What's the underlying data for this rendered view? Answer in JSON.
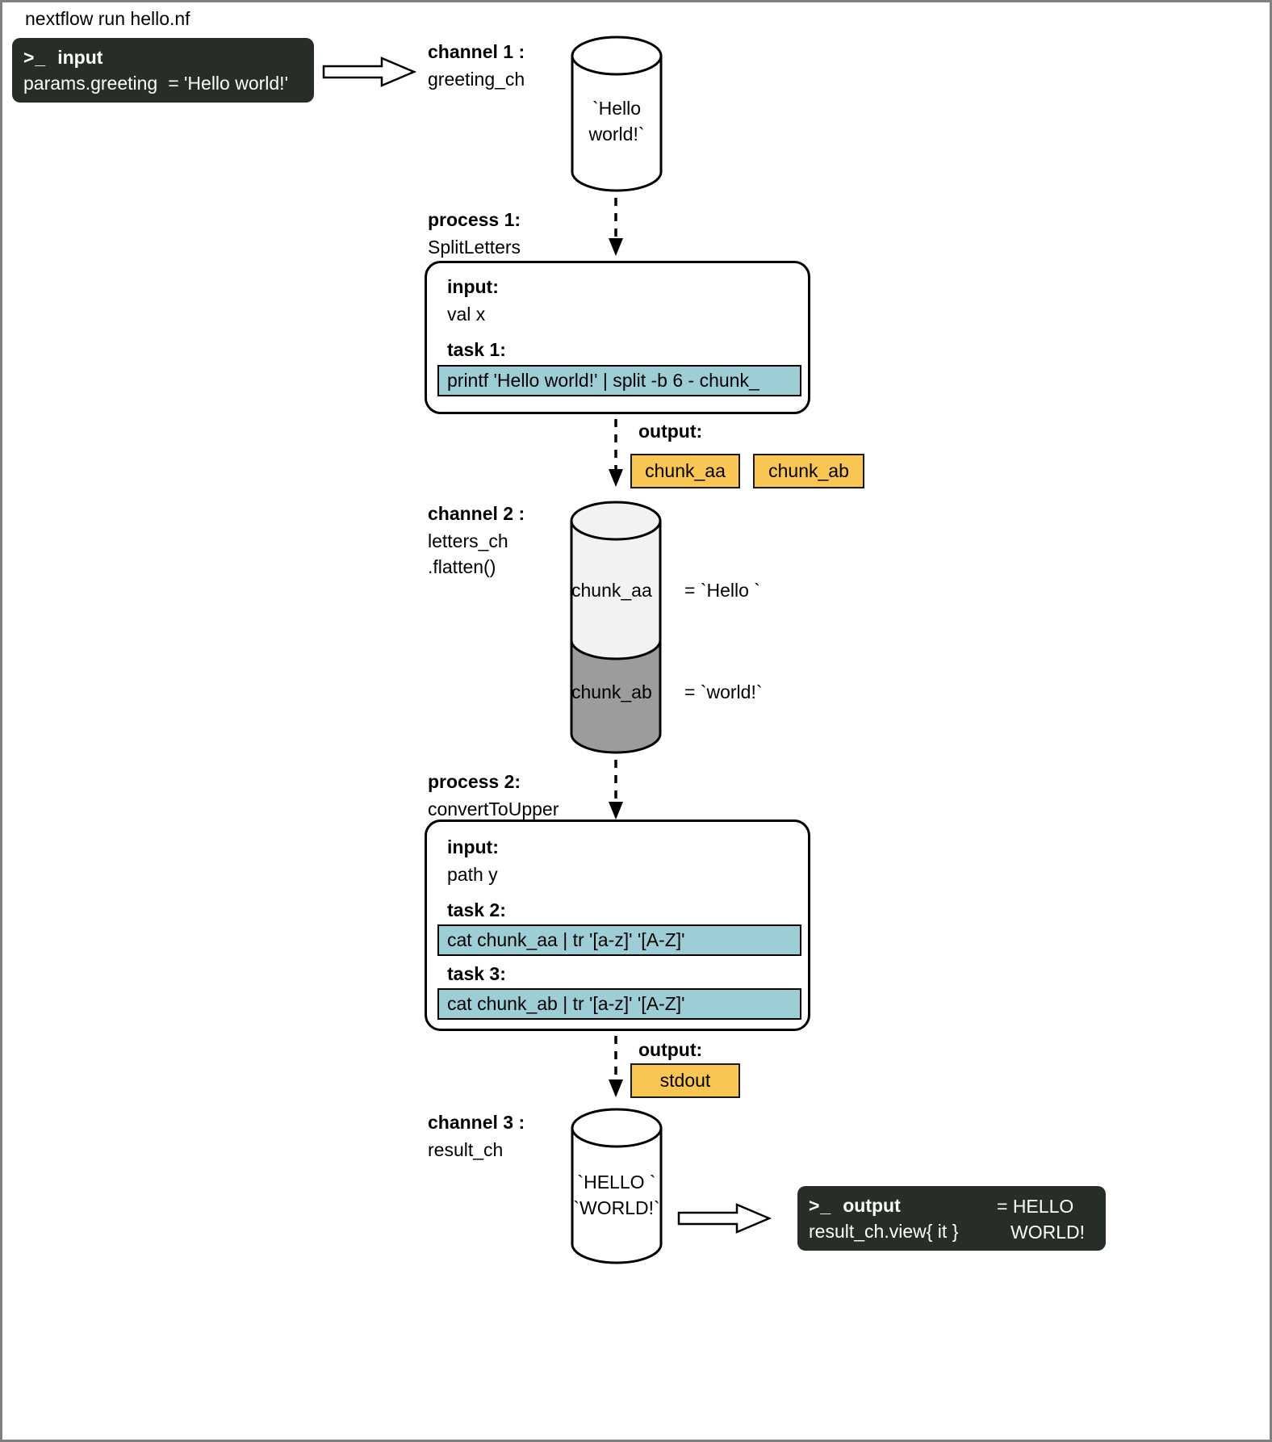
{
  "title": "nextflow run hello.nf",
  "colors": {
    "terminal_bg": "#272e27",
    "task_fill": "#9dced6",
    "chip_fill": "#f9c653",
    "cylinder_light": "#f2f2f2",
    "cylinder_dark": "#9c9c9c"
  },
  "input_terminal": {
    "prompt": ">_",
    "title": "input",
    "code": "params.greeting",
    "value": "= 'Hello world!'"
  },
  "channel1": {
    "label": "channel 1 :",
    "name": "greeting_ch",
    "line1": "`Hello",
    "line2": "world!`"
  },
  "process1": {
    "label": "process 1:",
    "name": "SplitLetters",
    "input_label": "input:",
    "input_value": "val x",
    "task_label": "task 1:",
    "task_code": "printf 'Hello world!' | split -b 6 - chunk_"
  },
  "output1": {
    "label": "output:",
    "chips": [
      "chunk_aa",
      "chunk_ab"
    ]
  },
  "channel2": {
    "label": "channel 2 :",
    "name": "letters_ch",
    "operator": ".flatten()",
    "item1": "chunk_aa",
    "item1_value": "= `Hello `",
    "item2": "chunk_ab",
    "item2_value": "= `world!`"
  },
  "process2": {
    "label": "process 2:",
    "name": "convertToUpper",
    "input_label": "input:",
    "input_value": "path y",
    "task2_label": "task 2:",
    "task2_code": "cat chunk_aa | tr '[a-z]' '[A-Z]'",
    "task3_label": "task 3:",
    "task3_code": "cat chunk_ab | tr '[a-z]' '[A-Z]'"
  },
  "output2": {
    "label": "output:",
    "chips": [
      "stdout"
    ]
  },
  "channel3": {
    "label": "channel 3 :",
    "name": "result_ch",
    "line1": "`HELLO `",
    "line2": "`WORLD!`"
  },
  "output_terminal": {
    "prompt": ">_",
    "title": "output",
    "code": "result_ch.view{ it }",
    "result1": "= HELLO",
    "result2": "WORLD!"
  }
}
